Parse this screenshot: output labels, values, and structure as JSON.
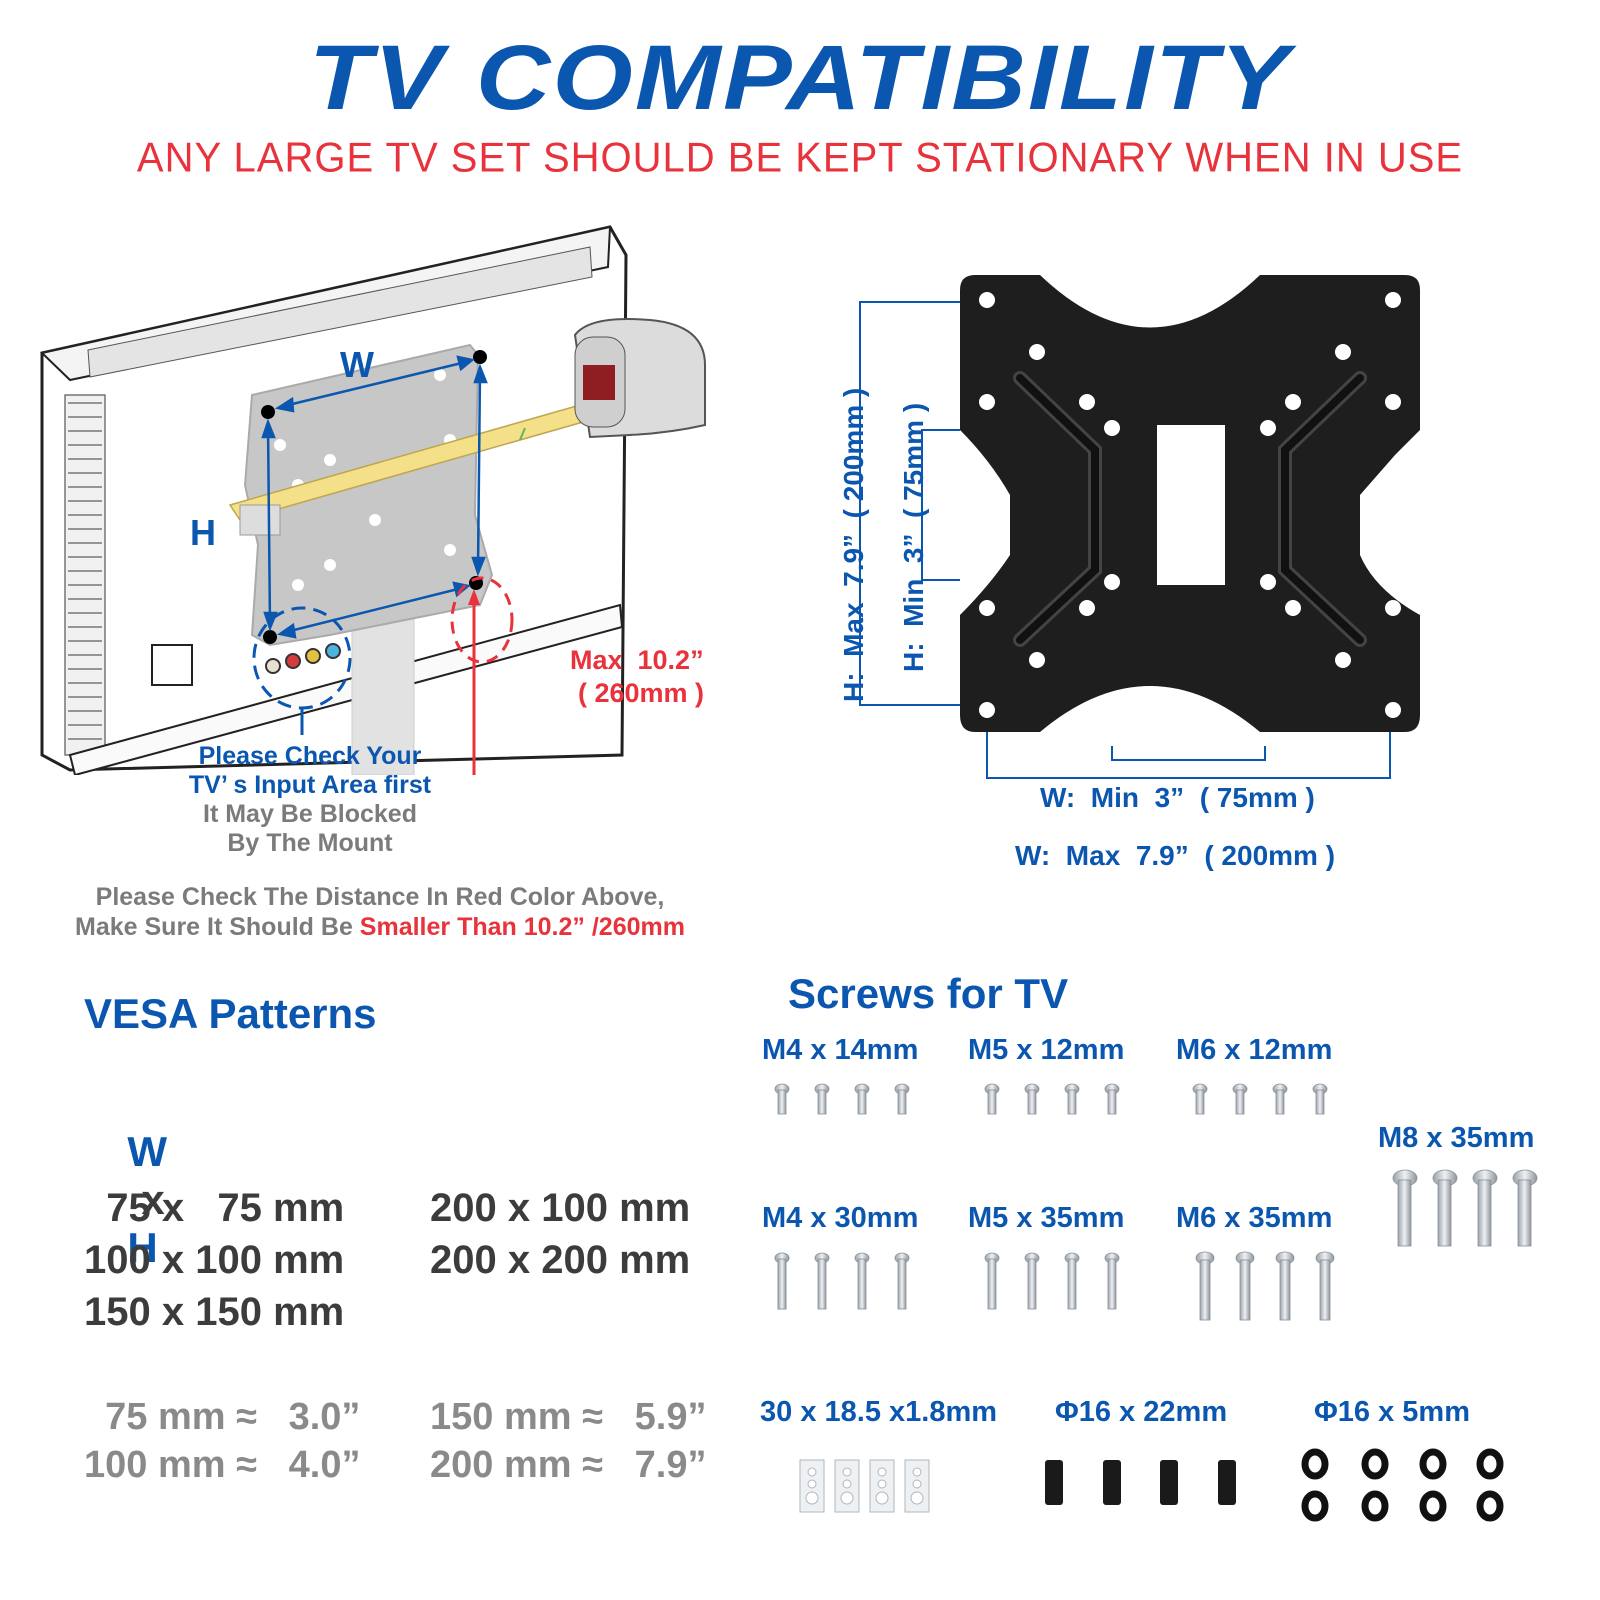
{
  "header": {
    "title": "TV  COMPATIBILITY",
    "subtitle": "ANY LARGE TV SET SHOULD BE KEPT STATIONARY WHEN IN USE"
  },
  "tv_diagram": {
    "w_label": "W",
    "h_label": "H",
    "max_distance_line1": "Max  10.2”",
    "max_distance_line2": "( 260mm )",
    "input_note": {
      "line1": "Please Check Your",
      "line2": "TV’ s Input Area first",
      "line3": "It May Be Blocked",
      "line4": "By The Mount"
    },
    "distance_note": {
      "line1": "Please Check The Distance In Red Color Above,",
      "line2_prefix": "Make Sure It Should Be ",
      "line2_highlight": "Smaller Than 10.2”  /260mm"
    }
  },
  "plate_diagram": {
    "h_max": "H:  Max  7.9”  ( 200mm )",
    "h_min": "H:  Min  3”  ( 75mm )",
    "w_min": "W:  Min  3”  ( 75mm )",
    "w_max": "W:  Max  7.9”  ( 200mm )"
  },
  "vesa": {
    "heading": "VESA Patterns",
    "w": "W",
    "x": "x",
    "h": "H",
    "patterns_left": [
      "  75 x   75 mm",
      "100 x 100 mm",
      "150 x 150 mm"
    ],
    "patterns_right": [
      "200 x 100 mm",
      "200 x 200 mm"
    ],
    "conversions_left": [
      "  75 mm ≈   3.0”",
      "100 mm ≈   4.0”"
    ],
    "conversions_right": [
      "150 mm ≈   5.9”",
      "200 mm ≈   7.9”"
    ]
  },
  "screws": {
    "heading": "Screws for TV",
    "items": [
      {
        "label": "M4 x 14mm",
        "qty": 4
      },
      {
        "label": "M5 x 12mm",
        "qty": 4
      },
      {
        "label": "M6 x 12mm",
        "qty": 4
      },
      {
        "label": "M8 x 35mm",
        "qty": 4
      },
      {
        "label": "M4 x 30mm",
        "qty": 4
      },
      {
        "label": "M5 x 35mm",
        "qty": 4
      },
      {
        "label": "M6 x 35mm",
        "qty": 4
      }
    ],
    "accessories": [
      {
        "label": "30 x 18.5 x1.8mm",
        "qty": 4
      },
      {
        "label": "Φ16 x 22mm",
        "qty": 4
      },
      {
        "label": "Φ16 x 5mm",
        "qty": 8
      }
    ]
  },
  "colors": {
    "brand_blue": "#0b57b0",
    "warning_red": "#e8323c",
    "text_gray": "#7b7b7b",
    "text_dark": "#3c3c3c",
    "plate_black": "#1e1e1e"
  }
}
